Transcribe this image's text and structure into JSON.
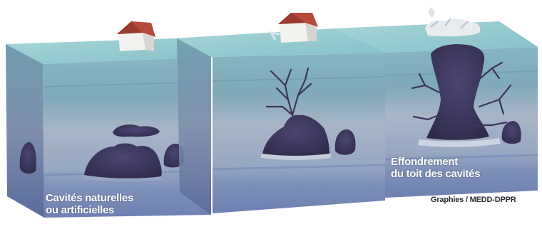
{
  "labels": {
    "left_line1": "Cavités naturelles",
    "left_line2": "ou artificielles",
    "right_line1": "Effondrement",
    "right_line2": "du toit des cavités",
    "credit": "Graphies / MEDD-DPPR"
  },
  "colors": {
    "surface": "#8ec7cd",
    "surface_edge": "#6aa6b4",
    "soil_upper": "#7eaab8",
    "soil_mid": "#9fb1c4",
    "soil_lower": "#7d8fb4",
    "soil_deep": "#6f82b4",
    "cavity": "#3e3a5e",
    "house_wall": "#f4f2ee",
    "house_roof": "#b84a3c"
  }
}
